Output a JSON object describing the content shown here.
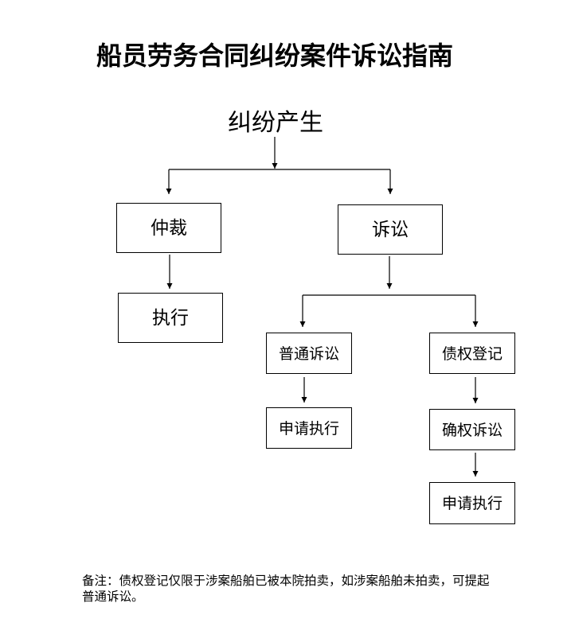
{
  "title": "船员劳务合同纠纷案件诉讼指南",
  "start": "纠纷产生",
  "nodes": {
    "arbitration": "仲裁",
    "arbitration_execution": "执行",
    "litigation": "诉讼",
    "ordinary_litigation": "普通诉讼",
    "ordinary_execution": "申请执行",
    "claim_registration": "债权登记",
    "confirmation_litigation": "确权诉讼",
    "confirmation_execution": "申请执行"
  },
  "note": {
    "lines": [
      "备注：债权登记仅限于涉案船舶已被本院拍卖，如涉案船舶未拍卖，可提起",
      "普通诉讼。"
    ]
  },
  "colors": {
    "line": "#000000",
    "background": "#ffffff"
  }
}
